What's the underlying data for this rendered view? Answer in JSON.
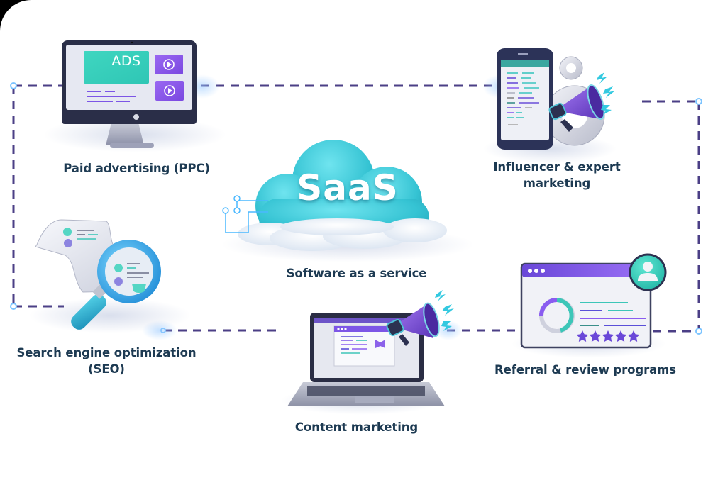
{
  "diagram": {
    "center": {
      "cloud_text": "SaaS",
      "caption": "Software as a service"
    },
    "nodes": [
      {
        "id": "ppc",
        "label": "Paid advertising (PPC)",
        "icon": "monitor-ads-icon",
        "screen": {
          "banner_text": "ADS"
        }
      },
      {
        "id": "influencer",
        "label_line1": "Influencer & expert",
        "label_line2": "marketing",
        "icon": "phone-megaphone-icon"
      },
      {
        "id": "seo",
        "label_line1": "Search engine optimization",
        "label_line2": "(SEO)",
        "icon": "magnifier-document-icon"
      },
      {
        "id": "content",
        "label": "Content marketing",
        "icon": "laptop-megaphone-icon"
      },
      {
        "id": "referral",
        "label": "Referral & review programs",
        "icon": "review-window-icon",
        "rating_stars": 5
      }
    ],
    "connectors": {
      "style": "dashed",
      "color": "#4b3f86",
      "node_dot_color": "#7cc4ff"
    }
  },
  "colors": {
    "text": "#1d3a52",
    "teal": "#3dd6c6",
    "purple": "#8a5cf0",
    "dark_frame": "#2b2f4a",
    "cloud": "#36c6d6"
  }
}
